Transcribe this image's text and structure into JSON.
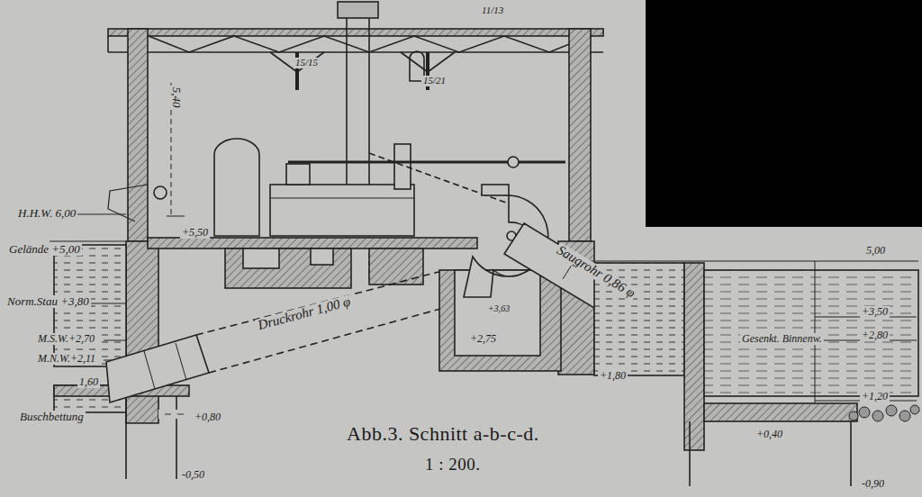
{
  "diagram": {
    "title": "Abb.3. Schnitt a-b-c-d.",
    "caption": "1 : 200.",
    "labels": [
      "11/13",
      "15/15",
      "15/21",
      "5,40",
      "H.H.W. 6,00",
      "+5,50",
      "Gelände +5,00",
      "Norm.Stau +3,80",
      "M.S.W.+2,70",
      "M.N.W.+2,11",
      "1,60",
      "Buschbettung",
      "+0,80",
      "-0,50",
      "Druckrohr 1,00 φ",
      "+3,63",
      "+2,75",
      "+1,80",
      "Saugrohr 0,86 φ",
      "5,00",
      "+3,50",
      "+2,80",
      "Gesenkt. Binnenw.",
      "+1,20",
      "+0,40",
      "-0,90"
    ]
  }
}
